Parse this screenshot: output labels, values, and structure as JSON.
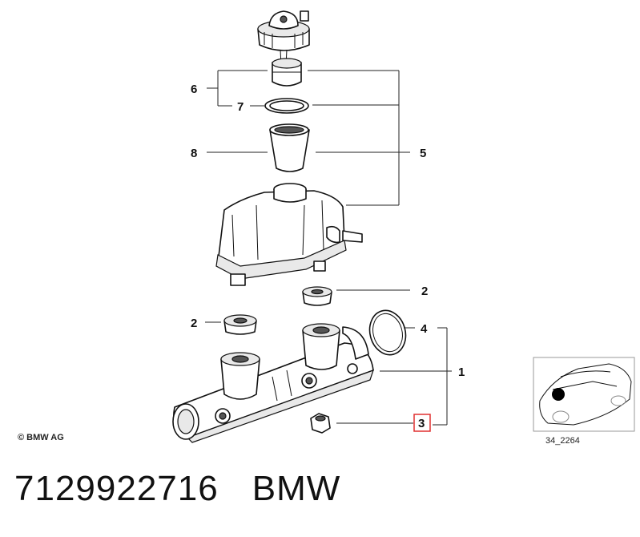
{
  "callouts": {
    "c1": "1",
    "c2a": "2",
    "c2b": "2",
    "c3": "3",
    "c4": "4",
    "c5": "5",
    "c6": "6",
    "c7": "7",
    "c8": "8"
  },
  "highlighted_callout": "3",
  "copyright": "© BMW AG",
  "reference_code": "34_2264",
  "footer": {
    "part_number": "7129922716",
    "brand": "BMW"
  },
  "colors": {
    "highlight": "#e03030",
    "line": "#111111"
  }
}
